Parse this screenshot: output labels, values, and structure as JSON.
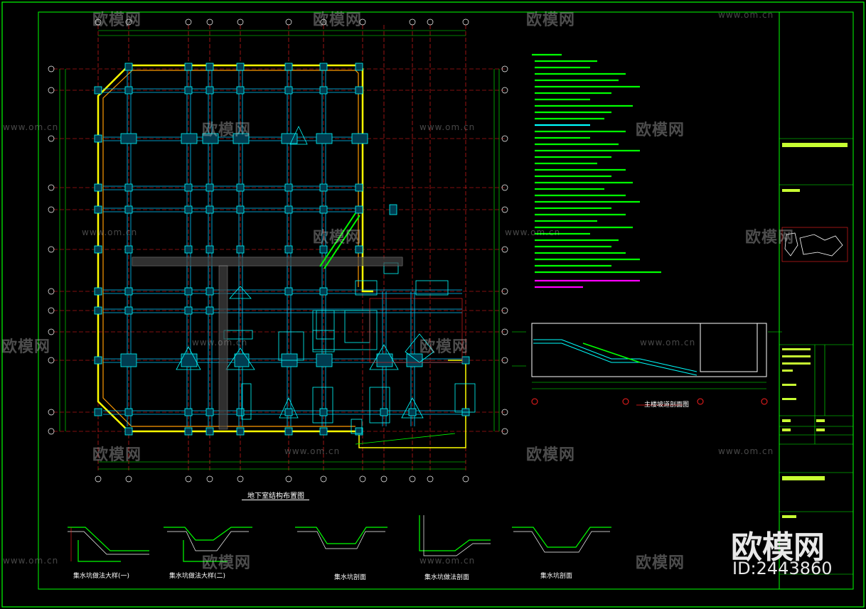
{
  "watermark": {
    "brand": "欧模网",
    "url": "www.om.cn",
    "id_label": "ID:2443860"
  },
  "drawing": {
    "main_plan_title": "地下室结构布置图",
    "section_title": "主楼坡道剖面图",
    "detail_captions": [
      "集水坑做法大样(一)",
      "集水坑做法大样(二)",
      "集水坑剖面",
      "集水坑做法剖面",
      "集水坑剖面"
    ]
  },
  "colors": {
    "frame": "#00ff00",
    "wall": "#ffff00",
    "column": "#00ffff",
    "beam": "#00c8ff",
    "axis": "#ff0000",
    "dim": "#00ff00",
    "notes": "#c8ff32"
  },
  "icons": {
    "brand_logo": "sofa-icon"
  }
}
